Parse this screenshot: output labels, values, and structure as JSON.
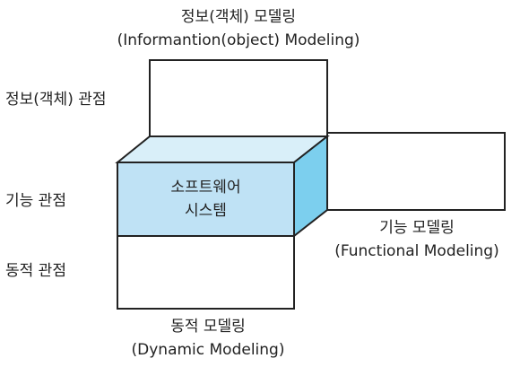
{
  "diagram": {
    "top_label": {
      "ko": "정보(객체) 모델링",
      "en": "(Informantion(object) Modeling)"
    },
    "right_label": {
      "ko": "기능 모델링",
      "en": "(Functional Modeling)"
    },
    "bottom_label": {
      "ko": "동적 모델링",
      "en": "(Dynamic Modeling)"
    },
    "core": {
      "line1": "소프트웨어",
      "line2": "시스템"
    },
    "views": {
      "information": "정보(객체) 관점",
      "functional": "기능 관점",
      "dynamic": "동적 관점"
    },
    "colors": {
      "outline": "#222222",
      "front_face": "#bfe2f5",
      "top_face": "#d9eff9",
      "side_face": "#7ccfee"
    }
  }
}
